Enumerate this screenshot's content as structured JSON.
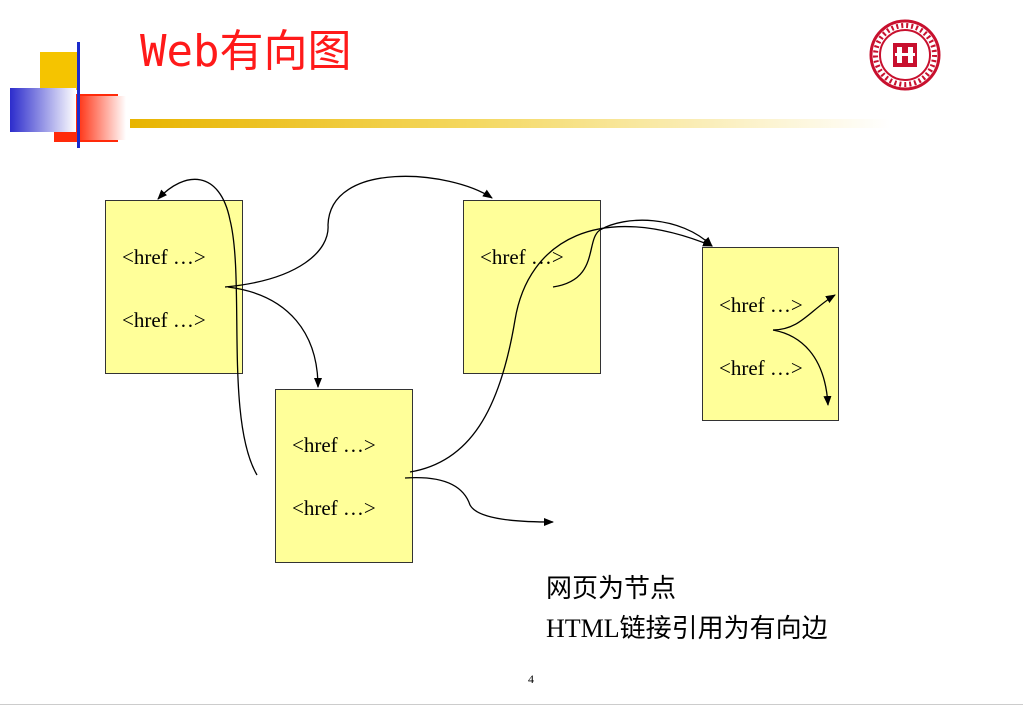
{
  "slide": {
    "title": "Web有向图",
    "page_number": "4"
  },
  "nodes": [
    {
      "id": "node-1",
      "links": [
        "<href …>",
        "<href …>"
      ]
    },
    {
      "id": "node-2",
      "links": [
        "<href …>",
        "<href …>"
      ]
    },
    {
      "id": "node-3",
      "links": [
        "<href …>"
      ]
    },
    {
      "id": "node-4",
      "links": [
        "<href …>",
        "<href …>"
      ]
    }
  ],
  "caption": {
    "line1": "网页为节点",
    "line2": "HTML链接引用为有向边"
  },
  "colors": {
    "title": "#ff1a1a",
    "node_fill": "#ffff99",
    "title_bar": "#e8b400",
    "logo": "#c8102e"
  },
  "icons": [
    "university-logo-icon",
    "corner-decoration-icon"
  ]
}
